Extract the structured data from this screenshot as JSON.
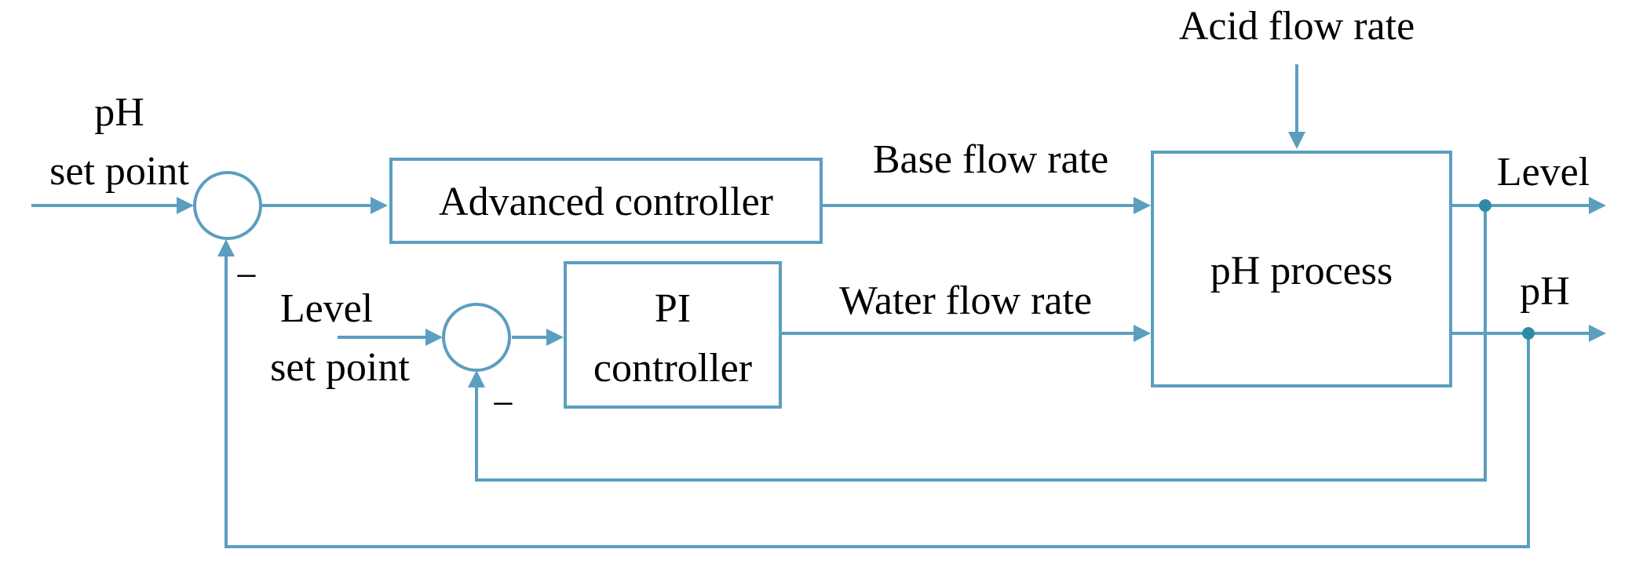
{
  "diagram": {
    "blocks": {
      "advanced_controller": "Advanced controller",
      "pi_controller_line1": "PI",
      "pi_controller_line2": "controller",
      "ph_process": "pH process"
    },
    "inputs": {
      "ph_setpoint_line1": "pH",
      "ph_setpoint_line2": "set point",
      "level_setpoint_line1": "Level",
      "level_setpoint_line2": "set point",
      "acid_flow_rate": "Acid flow rate"
    },
    "signals": {
      "base_flow_rate": "Base flow rate",
      "water_flow_rate": "Water flow rate"
    },
    "outputs": {
      "level": "Level",
      "ph": "pH"
    },
    "summing_junction_sign": "_"
  }
}
